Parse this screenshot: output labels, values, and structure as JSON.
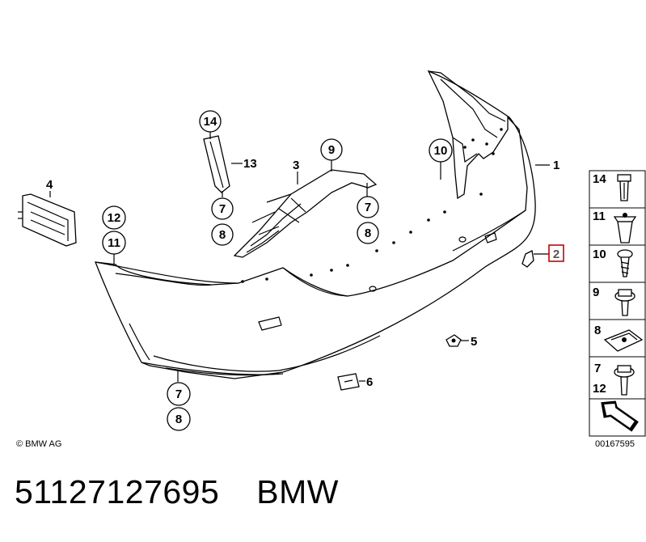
{
  "copyright": "© BMW AG",
  "drawing_number": "00167595",
  "caption": {
    "part_number": "51127127695",
    "brand": "BMW"
  },
  "callouts": {
    "c1": "1",
    "c2": "2",
    "c3": "3",
    "c4": "4",
    "c5": "5",
    "c6": "6",
    "c13": "13",
    "circle_14": "14",
    "circle_7a": "7",
    "circle_8a": "8",
    "circle_9": "9",
    "circle_7b": "7",
    "circle_8b": "8",
    "circle_10": "10",
    "circle_12": "12",
    "circle_11": "11",
    "circle_7c": "7",
    "circle_8c": "8"
  },
  "legend": {
    "row14": "14",
    "row11": "11",
    "row10": "10",
    "row9": "9",
    "row8": "8",
    "row7": "7",
    "row12": "12"
  },
  "highlight_color": "#cc0000"
}
